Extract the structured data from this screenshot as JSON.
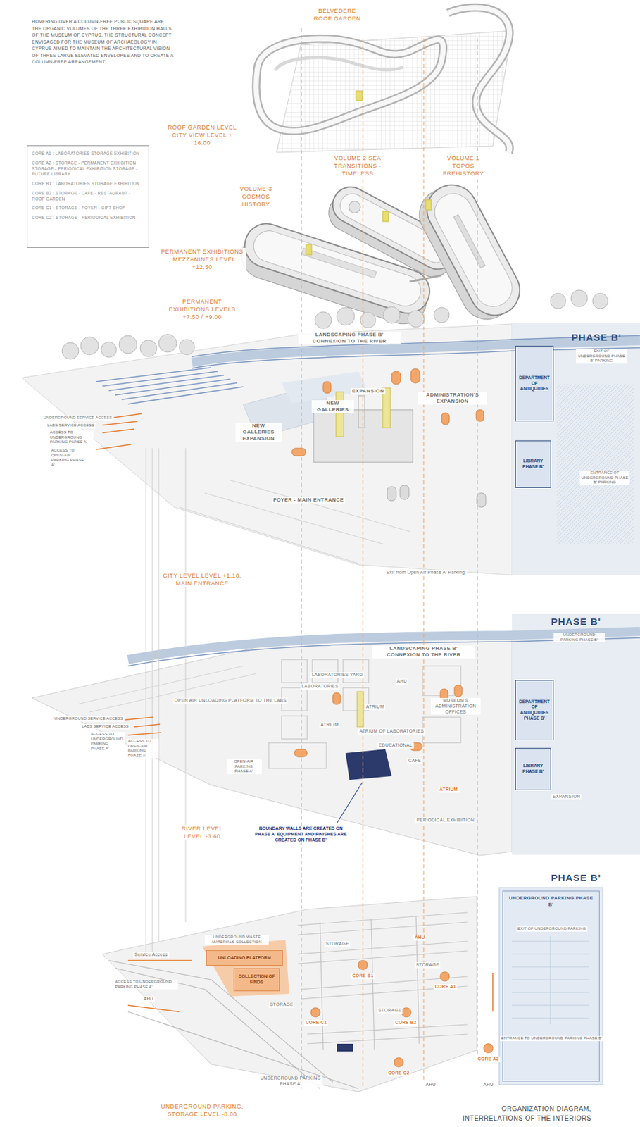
{
  "diagram": {
    "caption": "ORGANIZATION DIAGRAM, INTERRELATIONS OF THE INTERIORS",
    "nodes": [
      {
        "text": [
          "CORE A1 : LABORATORIES STORAGE EXHIBITION",
          "CORE A2 : STORAGE - PERMANENT EXHIBITION STORAGE - PERIODICAL EXHIBITION STORAGE - FUTURE LIBRARY",
          "CORE B1 : LABORATORIES STORAGE EXHIBITION",
          "CORE B2 : STORAGE - CAFE - RESTAURANT - ROOF GARDEN",
          "CORE C1 : STORAGE - FOYER - GIFT SHOP",
          "CORE C2 : STORAGE - PERIODICAL EXHIBITION"
        ]
      },
      {
        "text": [
          "DEPARTMENT OF ANTIQUITIES"
        ]
      },
      {
        "text": [
          "LIBRARY PHASE B'"
        ]
      },
      {
        "text": [
          "DEPARTMENT OF ANTIQUITIES PHASE B'"
        ]
      },
      {
        "text": [
          "LIBRARY PHASE B'"
        ]
      },
      {
        "text": [
          "UNDERGROUND PARKING PHASE B'"
        ]
      },
      {
        "text": [
          "UNLOADING PLATFORM"
        ]
      },
      {
        "text": [
          "COLLECTION OF FINDS"
        ]
      }
    ],
    "labels": [
      "HOVERING OVER A COLUMN-FREE PUBLIC SQUARE ARE THE ORGANIC VOLUMES OF THE THREE EXHIBITION HALLS OF THE MUSEUM OF CYPRUS. THE STRUCTURAL CONCEPT ENVISAGED FOR THE MUSEUM OF ARCHAEOLOGY IN CYPRUS AIMED TO MAINTAIN THE ARCHITECTURAL VISION OF THREE LARGE ELEVATED ENVELOPES AND TO CREATE A COLUMN-FREE ARRANGEMENT.",
      "BELVEDERE ROOF GARDEN",
      "ROOF GARDEN LEVEL CITY VIEW LEVEL + 16.00",
      "VOLUME 2 SEA TRANSITIONS - TIMELESS",
      "VOLUME 1 TOPOS PREHISTORY",
      "VOLUME 3 COSMOS HISTORY",
      "PERMANENT EXHIBITIONS , MEZZANINES LEVEL +12.50",
      "PERMANENT EXHIBITIONS LEVELS +7.50 / +9.00",
      "LANDSCAPING PHASE B' CONNEXION TO THE RIVER",
      "PHASE B'",
      "EXIT OF UNDERGROUND PHASE B' PARKING",
      "NEW GALLERIES",
      "NEW GALLERIES EXPANSION",
      "EXPANSION",
      "ADMINISTRATION'S EXPANSION",
      "ENTRANCE OF UNDERGROUND PHASE B' PARKING",
      "FOYER - MAIN ENTRANCE",
      "Exit from Open Air Phase A' Parking",
      "UNDERGROUND SERVICE ACCESS",
      "LABS SERVICE ACCESS",
      "ACCESS TO UNDERGROUND PARKING PHASE A'",
      "ACCESS TO OPEN-AIR PARKING PHASE A'",
      "CITY LEVEL LEVEL +1.10, MAIN ENTRANCE",
      "PHASE B'",
      "UNDERGROUND PARKING PHASE B'",
      "LANDSCAPING PHASE B' CONNEXION TO THE RIVER",
      "OPEN AIR UNLOADING PLATFORM TO THE LABS",
      "LABORATORIES YARD",
      "LABORATORIES",
      "AHU",
      "ATRIUM",
      "MUSEUM'S ADMINISTRATION OFFICES",
      "ATRIUM",
      "ATRIUM OF LABORATORIES",
      "EDUCATIONAL",
      "CAFE",
      "ATRIUM",
      "EXPANSION",
      "PERIODICAL EXHIBITION",
      "OPEN-AIR PARKING PHASE A'",
      "BOUNDARY WALLS ARE CREATED ON PHASE A' EQUIPMENT AND FINISHES ARE CREATED ON PHASE B'",
      "UNDERGROUND SERVICE ACCESS",
      "LABS SERVICE ACCESS",
      "ACCESS TO UNDERGROUND PARKING PHASE A'",
      "ACCESS TO OPEN-AIR PARKING PHASE A'",
      "RIVER LEVEL LEVEL -3.60",
      "PHASE B'",
      "EXIT OF UNDERGROUND PARKING",
      "ENTRANCE TO UNDERGROUND PARKING PHASE B'",
      "UNDERGROUND WASTE MATERIALS COLLECTION",
      "Service Access",
      "ACCESS TO UNDERGROUND PARKING PHASE A'",
      "STORAGE",
      "STORAGE",
      "STORAGE",
      "STORAGE",
      "AHU",
      "AHU",
      "AHU",
      "AHU",
      "CORE B1",
      "CORE A1",
      "CORE C1",
      "CORE B2",
      "CORE C2",
      "CORE A2",
      "UNDERGROUND PARKING PHASE A'",
      "UNDERGROUND PARKING, STORAGE LEVEL -8.00"
    ]
  }
}
